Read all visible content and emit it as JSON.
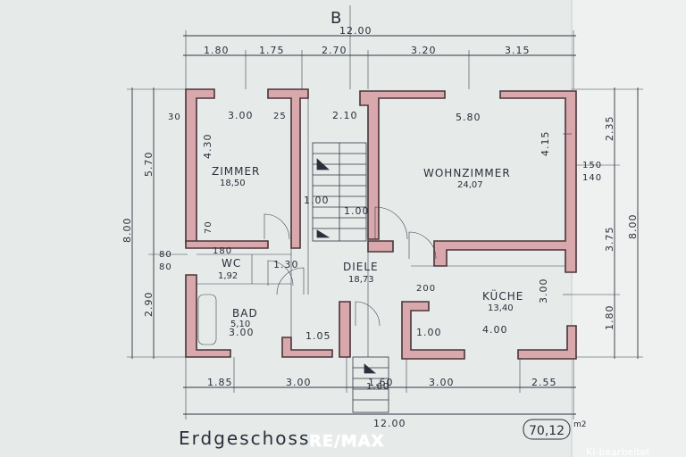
{
  "plan": {
    "title": "Erdgeschoss",
    "logo": "RE/MAX",
    "watermark": "KI-bearbeitet",
    "total_area": "70,12",
    "area_unit": "m2",
    "section_marker": "B",
    "dim_top_total": "12.00",
    "dim_bottom_total": "12.00",
    "dim_top_segments": [
      "1.80",
      "1.75",
      "2.70",
      "3.20",
      "3.15"
    ],
    "dim_bottom_segments": [
      "1.85",
      "3.00",
      "1.60",
      "3.00",
      "2.55"
    ],
    "dim_left_total": "8.00",
    "dim_left_upper": "5.70",
    "dim_left_lower": "2.90",
    "dim_right_total": "8.00",
    "dim_right_upper": "2.35",
    "dim_right_lower": "3.75",
    "dim_right_lower2": "1.80",
    "rooms": [
      {
        "name": "ZIMMER",
        "area": "18,50"
      },
      {
        "name": "WOHNZIMMER",
        "area": "24,07"
      },
      {
        "name": "DIELE",
        "area": "18,73"
      },
      {
        "name": "KÜCHE",
        "area": "13,40"
      },
      {
        "name": "WC",
        "area": "1,92"
      },
      {
        "name": "BAD",
        "area": "5,10"
      }
    ],
    "inner_dims": {
      "zimmer_width": "3.00",
      "zimmer_height": "4.30",
      "diele_width": "2.10",
      "wohn_width": "5.80",
      "wohn_height": "4.15",
      "kueche_width": "4.00",
      "kueche_height": "3.00",
      "bad_width": "3.00",
      "dim_100": "1.00",
      "dim_130": "1.30",
      "dim_105": "1.05",
      "dim_160": "1.60",
      "dim_100b": "1.00",
      "dim_100c": "1.00",
      "dim_300": "3.00",
      "dim_30a": "30",
      "dim_25a": "25",
      "dim_80a": "80",
      "dim_80b": "80",
      "dim_200": "200",
      "dim_180": "180",
      "dim_150": "150",
      "dim_140": "140",
      "dim_70": "70"
    }
  }
}
